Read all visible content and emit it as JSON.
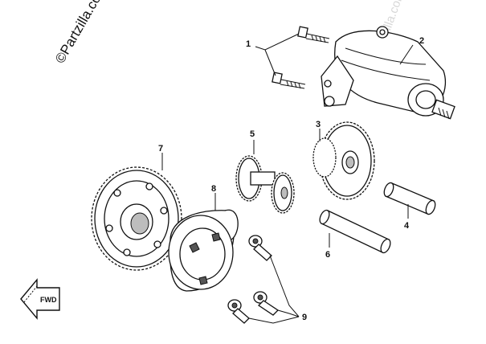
{
  "watermark": {
    "main": "©Partzilla.com",
    "faint": "©Partzilla.com"
  },
  "callouts": [
    {
      "id": "1",
      "label": "1"
    },
    {
      "id": "2",
      "label": "2"
    },
    {
      "id": "3",
      "label": "3"
    },
    {
      "id": "4",
      "label": "4"
    },
    {
      "id": "5",
      "label": "5"
    },
    {
      "id": "6",
      "label": "6"
    },
    {
      "id": "7",
      "label": "7"
    },
    {
      "id": "8",
      "label": "8"
    },
    {
      "id": "9",
      "label": "9"
    }
  ],
  "direction_arrow": {
    "label": "FWD"
  }
}
